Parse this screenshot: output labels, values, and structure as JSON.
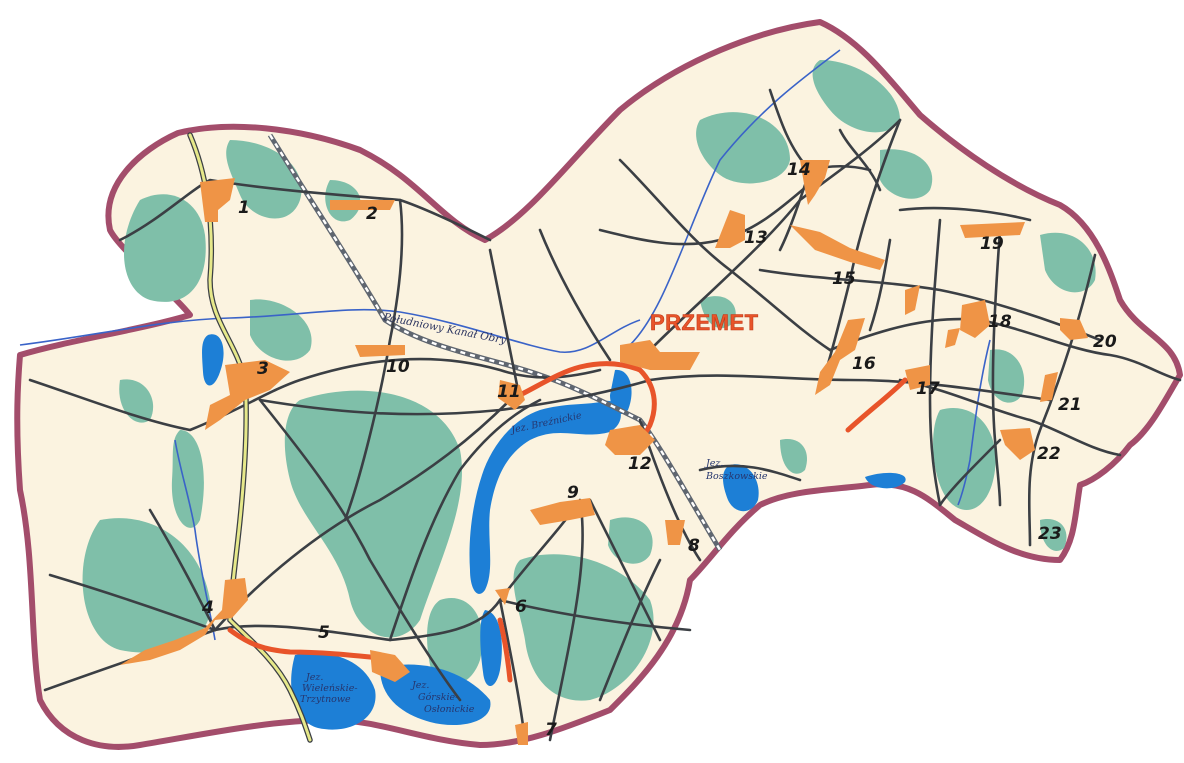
{
  "map": {
    "town": "PRZEMET",
    "canal": "Południowy Kanał Obry",
    "lakes": [
      {
        "id": "boszkowskie-north",
        "lines": [
          "Jez. Breźnickie"
        ]
      },
      {
        "id": "boszkowskie",
        "lines": [
          "Jez.",
          "Boszkowskie"
        ]
      },
      {
        "id": "wieleńskie",
        "lines": [
          "Jez.",
          "Wieleńskie-",
          "Trzytnowe"
        ]
      },
      {
        "id": "górskie",
        "lines": [
          "Jez.",
          "Górskie-",
          "Osłonickie"
        ]
      }
    ],
    "villages": [
      "1",
      "2",
      "3",
      "4",
      "5",
      "6",
      "7",
      "8",
      "9",
      "10",
      "11",
      "12",
      "13",
      "14",
      "15",
      "16",
      "17",
      "18",
      "19",
      "20",
      "21",
      "22",
      "23"
    ]
  },
  "colors": {
    "land": "#fbf3e0",
    "border": "#a34d6b",
    "forest": "#7fbfa9",
    "water": "#1d7fd6",
    "river": "#3a63c8",
    "road": "#3b3f44",
    "village": "#ef9446",
    "main_road": "#e8542a",
    "highway": "#e6e88a",
    "railway": "#5f6670"
  }
}
